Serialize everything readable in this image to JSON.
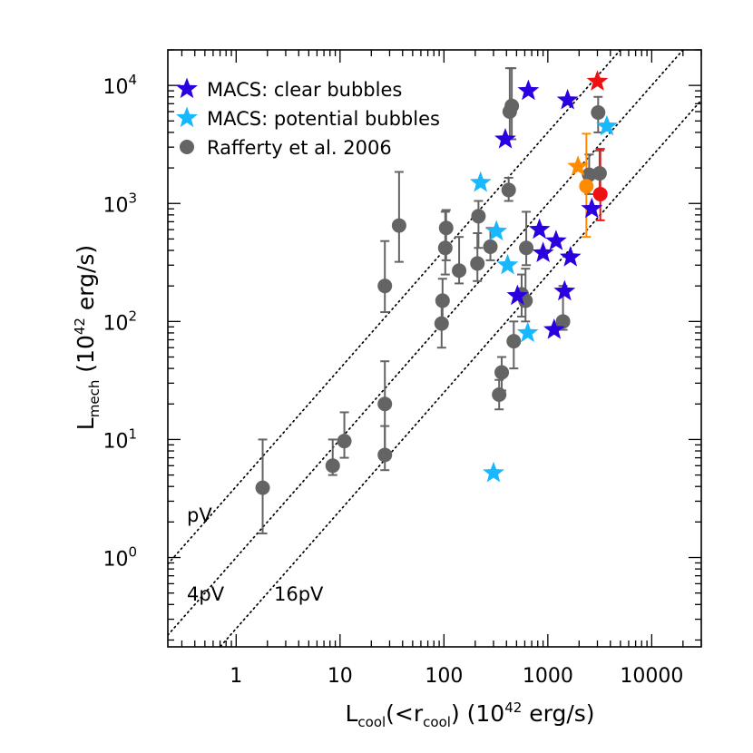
{
  "chart_data": {
    "type": "scatter",
    "xlabel": {
      "main": "L",
      "sub": "cool",
      "rest1": "(<r",
      "sub2": "cool",
      "rest2": ")  (10",
      "sup": "42",
      "rest3": " erg/s)"
    },
    "ylabel": {
      "main": "L",
      "sub": "mech",
      "rest1": "  (10",
      "sup": "42",
      "rest2": " erg/s)"
    },
    "xscale": "log",
    "yscale": "log",
    "xlim": [
      0.22,
      30000
    ],
    "ylim": [
      0.175,
      20000
    ],
    "x_tick_labels": [
      {
        "value": 1,
        "label": "1"
      },
      {
        "value": 10,
        "label": "10"
      },
      {
        "value": 100,
        "label": "100"
      },
      {
        "value": 1000,
        "label": "1000"
      },
      {
        "value": 10000,
        "label": "10000"
      }
    ],
    "y_tick_labels": [
      {
        "value": 1,
        "mantissa": "10",
        "exp": "0"
      },
      {
        "value": 10,
        "mantissa": "10",
        "exp": "1"
      },
      {
        "value": 100,
        "mantissa": "10",
        "exp": "2"
      },
      {
        "value": 1000,
        "mantissa": "10",
        "exp": "3"
      },
      {
        "value": 10000,
        "mantissa": "10",
        "exp": "4"
      }
    ],
    "reference_lines": [
      {
        "label": "pV",
        "factor": 4
      },
      {
        "label": "4pV",
        "factor": 1
      },
      {
        "label": "16pV",
        "factor": 0.25
      }
    ],
    "legend": {
      "position": "top-left",
      "entries": [
        {
          "label": "MACS: clear bubbles",
          "marker": "star",
          "color": "#2b00e0"
        },
        {
          "label": "MACS: potential bubbles",
          "marker": "star",
          "color": "#18b8ff"
        },
        {
          "label": "Rafferty et al. 2006",
          "marker": "circle",
          "color": "#646464"
        }
      ]
    },
    "series": [
      {
        "name": "Rafferty et al. 2006",
        "marker": "circle",
        "color": "#646464",
        "points": [
          {
            "x": 1.8,
            "y": 3.9,
            "ylo": 1.6,
            "yhi": 10
          },
          {
            "x": 8.5,
            "y": 6,
            "ylo": 5,
            "yhi": 10
          },
          {
            "x": 11,
            "y": 9.7,
            "ylo": 7,
            "yhi": 17
          },
          {
            "x": 27,
            "y": 7.4,
            "ylo": 5.5,
            "yhi": 13
          },
          {
            "x": 27,
            "y": 20,
            "ylo": 8,
            "yhi": 46
          },
          {
            "x": 27,
            "y": 200,
            "ylo": 120,
            "yhi": 480
          },
          {
            "x": 37,
            "y": 650,
            "ylo": 320,
            "yhi": 1850
          },
          {
            "x": 95,
            "y": 96,
            "ylo": 60,
            "yhi": 150
          },
          {
            "x": 97,
            "y": 150,
            "ylo": 100,
            "yhi": 230
          },
          {
            "x": 103,
            "y": 420,
            "ylo": 250,
            "yhi": 850
          },
          {
            "x": 105,
            "y": 620,
            "ylo": 330,
            "yhi": 880
          },
          {
            "x": 140,
            "y": 270,
            "ylo": 210,
            "yhi": 520
          },
          {
            "x": 210,
            "y": 310,
            "ylo": 220,
            "yhi": 560
          },
          {
            "x": 215,
            "y": 780,
            "ylo": 420,
            "yhi": 1050
          },
          {
            "x": 280,
            "y": 430,
            "ylo": 330,
            "yhi": 620
          },
          {
            "x": 340,
            "y": 24,
            "ylo": 18,
            "yhi": 32
          },
          {
            "x": 360,
            "y": 37,
            "ylo": 26,
            "yhi": 50
          },
          {
            "x": 420,
            "y": 1300,
            "ylo": 1050,
            "yhi": 1650
          },
          {
            "x": 430,
            "y": 6000,
            "ylo": 3500,
            "yhi": 14000
          },
          {
            "x": 450,
            "y": 6700,
            "ylo": 3500,
            "yhi": 14000
          },
          {
            "x": 470,
            "y": 68,
            "ylo": 40,
            "yhi": 100
          },
          {
            "x": 560,
            "y": 170,
            "ylo": 110,
            "yhi": 250
          },
          {
            "x": 610,
            "y": 150,
            "ylo": 100,
            "yhi": 280
          },
          {
            "x": 620,
            "y": 420,
            "ylo": 300,
            "yhi": 850
          },
          {
            "x": 1400,
            "y": 100,
            "ylo": 85,
            "yhi": 200
          },
          {
            "x": 2500,
            "y": 1750,
            "ylo": 1200,
            "yhi": 2600
          },
          {
            "x": 3050,
            "y": 5900,
            "ylo": 4000,
            "yhi": 8000
          },
          {
            "x": 3150,
            "y": 1800,
            "ylo": 1200,
            "yhi": 2800
          }
        ]
      },
      {
        "name": "MACS: clear bubbles",
        "marker": "star",
        "color": "#2b00e0",
        "points": [
          {
            "x": 390,
            "y": 3500
          },
          {
            "x": 650,
            "y": 9000
          },
          {
            "x": 1550,
            "y": 7500
          },
          {
            "x": 510,
            "y": 165
          },
          {
            "x": 830,
            "y": 600
          },
          {
            "x": 900,
            "y": 380
          },
          {
            "x": 1200,
            "y": 480
          },
          {
            "x": 1650,
            "y": 350
          },
          {
            "x": 1450,
            "y": 180
          },
          {
            "x": 1150,
            "y": 85
          },
          {
            "x": 2650,
            "y": 900
          }
        ]
      },
      {
        "name": "MACS: potential bubbles",
        "marker": "star",
        "color": "#18b8ff",
        "points": [
          {
            "x": 225,
            "y": 1500
          },
          {
            "x": 320,
            "y": 580
          },
          {
            "x": 410,
            "y": 300
          },
          {
            "x": 640,
            "y": 80
          },
          {
            "x": 300,
            "y": 5.2
          },
          {
            "x": 3700,
            "y": 4500
          }
        ]
      },
      {
        "marker": "star",
        "color": "#ff8c00",
        "points": [
          {
            "x": 1950,
            "y": 2050
          }
        ]
      },
      {
        "marker": "circle",
        "color": "#ff8c00",
        "points": [
          {
            "x": 2350,
            "y": 1400,
            "ylo": 520,
            "yhi": 3900
          }
        ]
      },
      {
        "marker": "star",
        "color": "#ee1111",
        "points": [
          {
            "x": 3000,
            "y": 10800
          }
        ]
      },
      {
        "marker": "circle",
        "color": "#ee1111",
        "points": [
          {
            "x": 3200,
            "y": 1200,
            "ylo": 720,
            "yhi": 2900
          }
        ]
      }
    ]
  }
}
